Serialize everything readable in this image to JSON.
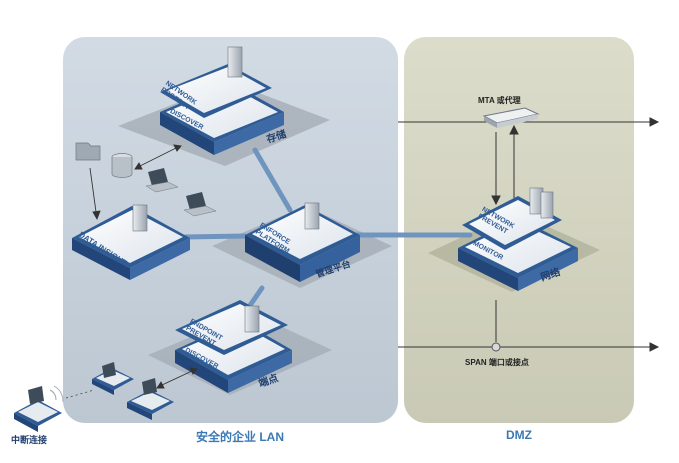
{
  "zones": {
    "lan_label": "安全的企业 LAN",
    "dmz_label": "DMZ"
  },
  "nodes": {
    "network_protect": {
      "line1": "NETWORK",
      "line2": "PROTECT",
      "sub": "DISCOVER",
      "caption": "存储"
    },
    "enforce": {
      "line1": "ENFORCE",
      "line2": "PLATFORM",
      "caption": "管理平台"
    },
    "data_insight": {
      "label": "DATA INSIGHT"
    },
    "endpoint": {
      "line1": "ENDPOINT",
      "line2": "PREVENT",
      "sub": "DISCOVER",
      "caption": "端点"
    },
    "network_prevent": {
      "line1": "NETWORK",
      "line2": "PREVENT",
      "sub": "MONITOR",
      "caption": "网络"
    }
  },
  "labels": {
    "mta": "MTA 或代理",
    "span": "SPAN 端口或接点",
    "disconnect": "中断连接"
  },
  "colors": {
    "lan_bg": "#c9d3dd",
    "dmz_bg": "#d5d6c3",
    "platform_shadow": "#a9b2bb",
    "node_blue": "#2f5c95",
    "connector": "#6f95bf",
    "zone_label": "#3b79b5"
  }
}
